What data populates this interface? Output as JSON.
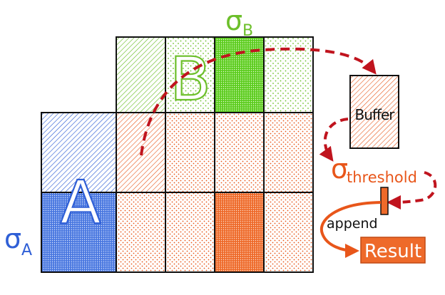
{
  "colors": {
    "blue": "#2f5fd6",
    "blue_fill": "#4a78e0",
    "green": "#6cbf2a",
    "green_fill": "#5ccc1e",
    "orange": "#e8561a",
    "orange_fill": "#ee6a2a",
    "darkred": "#c0141e",
    "grid": "#111111"
  },
  "labels": {
    "sigma_a_symbol": "σ",
    "sigma_a_sub": "A",
    "sigma_b_symbol": "σ",
    "sigma_b_sub": "B",
    "relation_a": "A",
    "relation_b": "B",
    "buffer": "Buffer",
    "sigma_threshold_symbol": "σ",
    "sigma_threshold_sub": "threshold",
    "append": "append",
    "result": "Result"
  }
}
